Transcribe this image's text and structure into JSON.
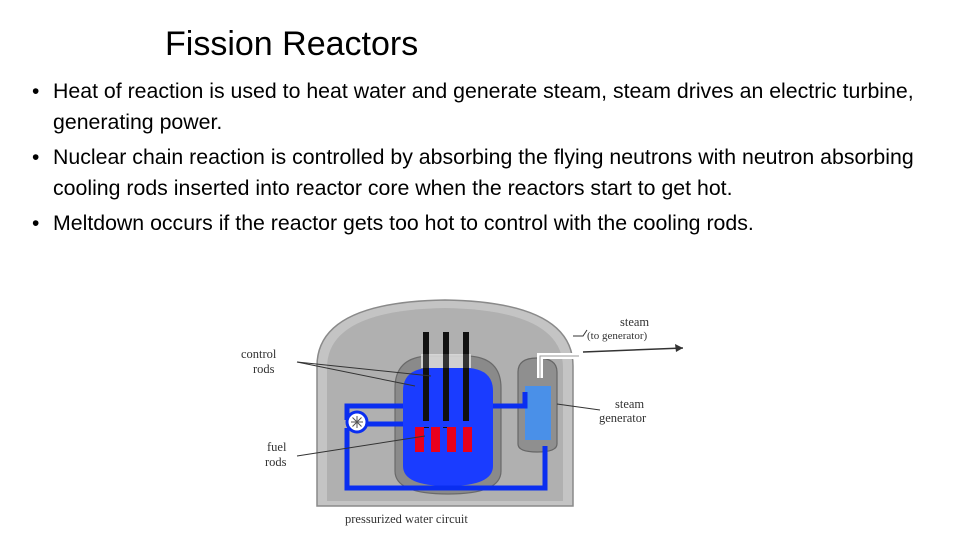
{
  "slide": {
    "title": "Fission Reactors",
    "bullets": [
      "Heat of reaction is used to heat water and generate steam, steam drives an electric turbine, generating power.",
      "Nuclear chain reaction is controlled by absorbing the flying neutrons with neutron absorbing cooling rods inserted into reactor core when the reactors start to get hot.",
      "Meltdown occurs if the reactor gets too hot to control with the cooling rods."
    ],
    "bullet_glyph": "•"
  },
  "diagram": {
    "labels": {
      "control_rods_1": "control",
      "control_rods_2": "rods",
      "fuel_rods_1": "fuel",
      "fuel_rods_2": "rods",
      "steam_1": "steam",
      "steam_2": "(to generator)",
      "steam_generator_1": "steam",
      "steam_generator_2": "generator",
      "circuit": "pressurized water circuit"
    },
    "colors": {
      "dome": "#b8b8b8",
      "vessel_outline": "#7a7a7a",
      "water": "#1a3cff",
      "pipe": "#0a2ef0",
      "fuel": "#e8001c",
      "control_rod": "#111111",
      "generator_water": "#4a90e8"
    }
  }
}
